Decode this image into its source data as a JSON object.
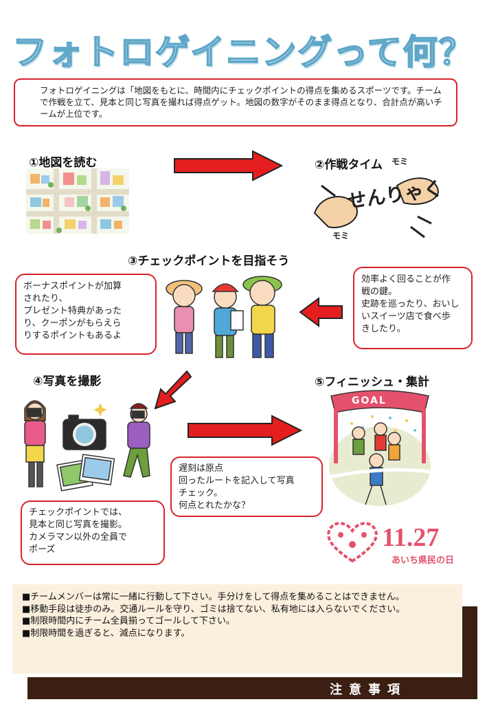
{
  "title": "フォトロゲイニングって何？",
  "intro": "フォトロゲイニングは「地図をもとに、時間内にチェックポイントの得点を集めるスポーツです。チームで作戦を立て、見本と同じ写真を撮れば得点ゲット。地図の数字がそのまま得点となり、合計点が高いチームが上位です。",
  "steps": [
    {
      "label": "①地図を読む"
    },
    {
      "label": "②作戦タイム"
    },
    {
      "label": "③チェックポイントを目指そう"
    },
    {
      "label": "④写真を撮影"
    },
    {
      "label": "⑤フィニッシュ・集計"
    }
  ],
  "strategy_sfx": {
    "text": "せんりゃく",
    "momi": "モミ"
  },
  "bubbles": {
    "bonus": [
      "ボーナスポイントが加算",
      "されたり、",
      "プレゼント特典があった",
      "り、クーポンがもらえら",
      "りするポイントもあるよ"
    ],
    "efficiency": [
      "効率よく回ることが作",
      "戦の鍵。",
      "史跡を巡ったり、おいし",
      "いスイーツ店で食べ歩",
      "きしたり。"
    ],
    "photo": [
      "チェックポイントでは、",
      "見本と同じ写真を撮影。",
      "カメラマン以外の全員で",
      "ポーズ"
    ],
    "finish": [
      "遅刻は原点",
      "回ったルートを記入して写真",
      "チェック。",
      "何点とれたかな？"
    ]
  },
  "goal_banner": "GOAL",
  "logo": {
    "date": "11.27",
    "caption": "あいち県民の日"
  },
  "notes": {
    "items": [
      "■チームメンバーは常に一緒に行動して下さい。手分けをして得点を集めることはできません。",
      "■移動手段は徒歩のみ。交通ルールを守り、ゴミは捨てない、私有地には入らないでください。",
      "■制限時間内にチーム全員揃ってゴールして下さい。",
      "■制限時間を過ぎると、減点になります。"
    ],
    "title": "注意事項"
  },
  "colors": {
    "accent_red": "#d8232a",
    "arrow_red": "#e41e1e",
    "title_blue": "#5fa7c8",
    "notes_bg": "#fbf0de",
    "notes_dark": "#3b1f12"
  }
}
